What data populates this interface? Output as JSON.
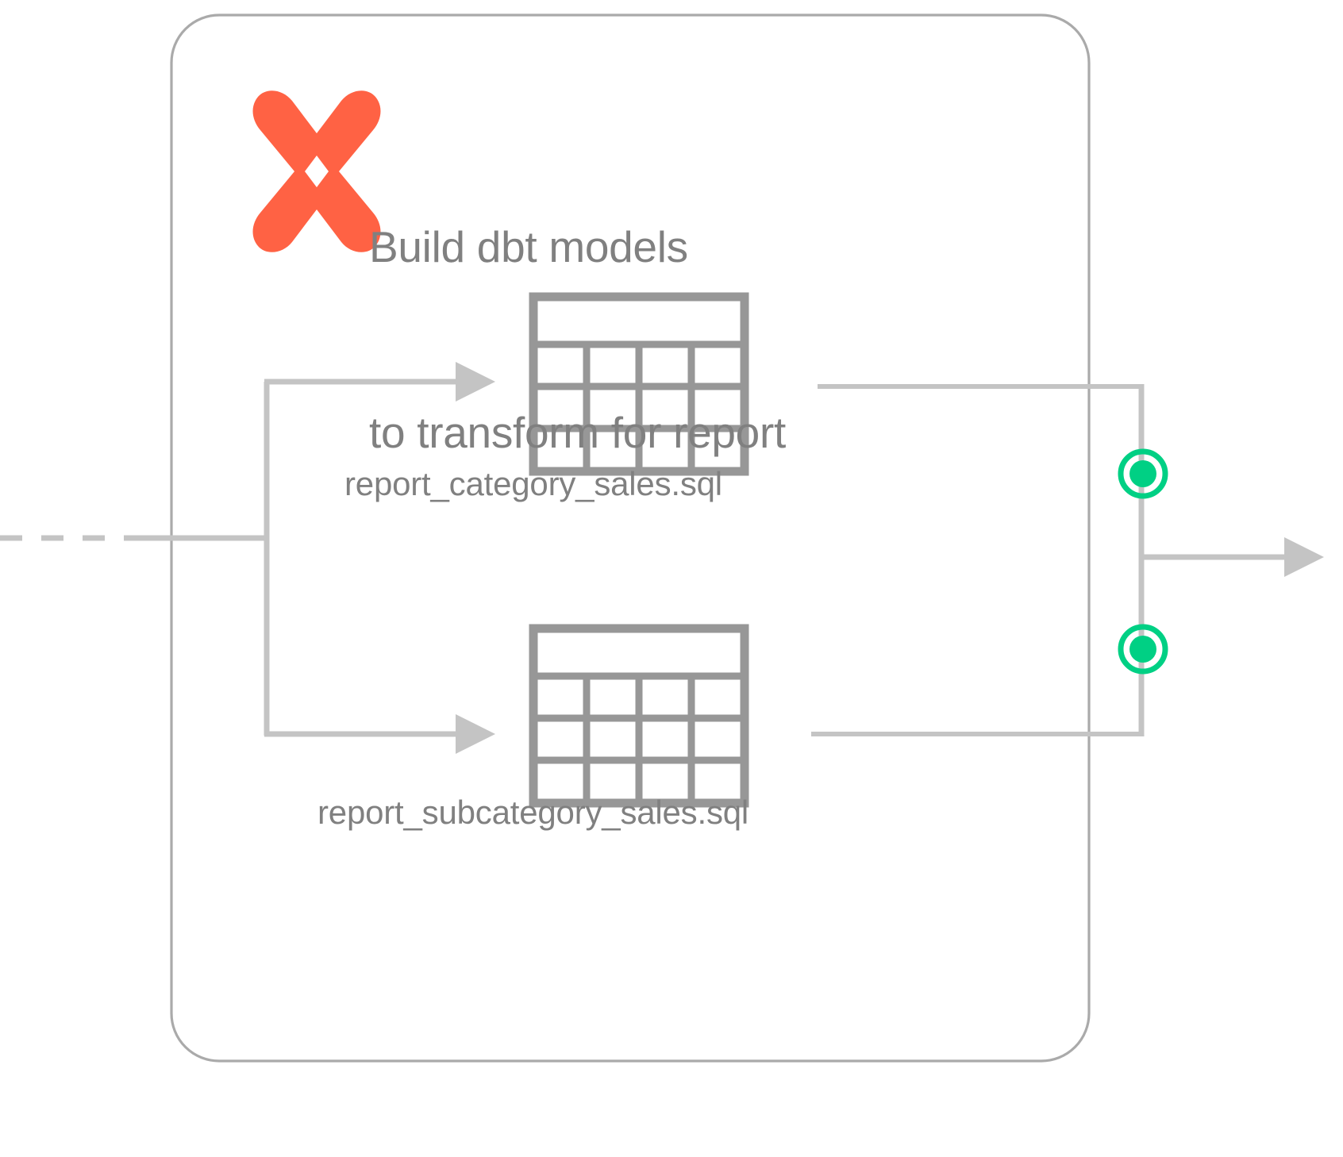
{
  "diagram": {
    "type": "pipeline-stage",
    "title_line1": "Build dbt models",
    "title_line2": "to transform for report",
    "logo": {
      "name": "dbt-logo",
      "color": "#FF6244"
    },
    "container": {
      "shape": "rounded-rectangle",
      "border_color": "#AAAAAA"
    },
    "colors": {
      "accent_orange": "#FF6244",
      "text_gray": "#808080",
      "line_gray": "#C4C4C4",
      "icon_gray": "#979797",
      "status_green": "#00D084"
    },
    "models": [
      {
        "name": "report_category_sales.sql",
        "icon": "table-icon",
        "rows": 3,
        "columns": 4
      },
      {
        "name": "report_subcategory_sales.sql",
        "icon": "table-icon",
        "rows": 3,
        "columns": 4
      }
    ],
    "status_nodes": [
      {
        "name": "status-node-category",
        "state": "success",
        "color": "#00D084"
      },
      {
        "name": "status-node-subcategory",
        "state": "success",
        "color": "#00D084"
      }
    ],
    "edges": {
      "input": {
        "style": "dashed-to-solid",
        "direction": "left-to-right"
      },
      "output": {
        "style": "solid-arrow",
        "direction": "left-to-right"
      }
    }
  }
}
